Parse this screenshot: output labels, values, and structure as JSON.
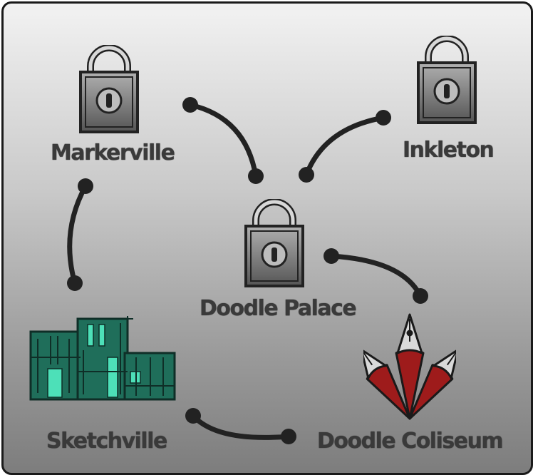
{
  "map": {
    "title": "",
    "locations": [
      {
        "id": "markerville",
        "name": "Markerville",
        "state": "locked",
        "icon": "padlock-icon"
      },
      {
        "id": "inkleton",
        "name": "Inkleton",
        "state": "locked",
        "icon": "padlock-icon"
      },
      {
        "id": "doodle-palace",
        "name": "Doodle Palace",
        "state": "locked",
        "icon": "padlock-icon"
      },
      {
        "id": "sketchville",
        "name": "Sketchville",
        "state": "unlocked",
        "icon": "city-buildings-icon"
      },
      {
        "id": "doodle-coliseum",
        "name": "Doodle Coliseum",
        "state": "unlocked",
        "icon": "pen-nibs-icon"
      }
    ],
    "colors": {
      "path": "#222222",
      "building": "#1f6e5a",
      "building_light": "#4de0b8",
      "nib_red": "#9e1b1b",
      "lock_body": "#8a8a8a"
    }
  }
}
